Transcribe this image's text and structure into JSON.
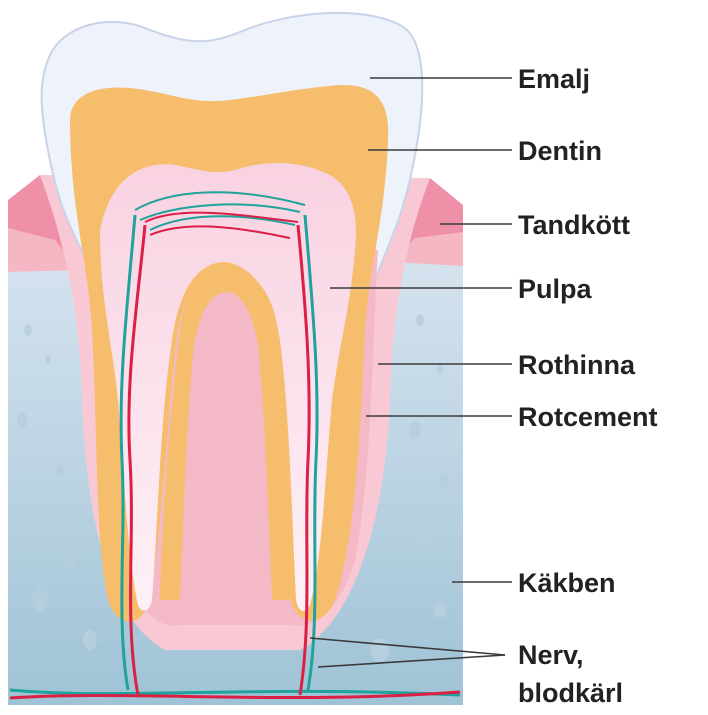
{
  "colors": {
    "enamel": "#eef2fb",
    "dentin": "#f6bd6c",
    "pulp": "#fbe3ee",
    "gum": "#ef8fa8",
    "periodontal": "#f8c9d4",
    "bone": "#c9dbe8",
    "nerve": "#1fa39a",
    "vessel": "#dc1f45"
  },
  "labels": {
    "emalj": "Emalj",
    "dentin": "Dentin",
    "tandkott": "Tandkött",
    "pulpa": "Pulpa",
    "rothinna": "Rothinna",
    "rotcement": "Rotcement",
    "kakben": "Käkben",
    "nerv_line1": "Nerv,",
    "nerv_line2": "blodkärl"
  }
}
